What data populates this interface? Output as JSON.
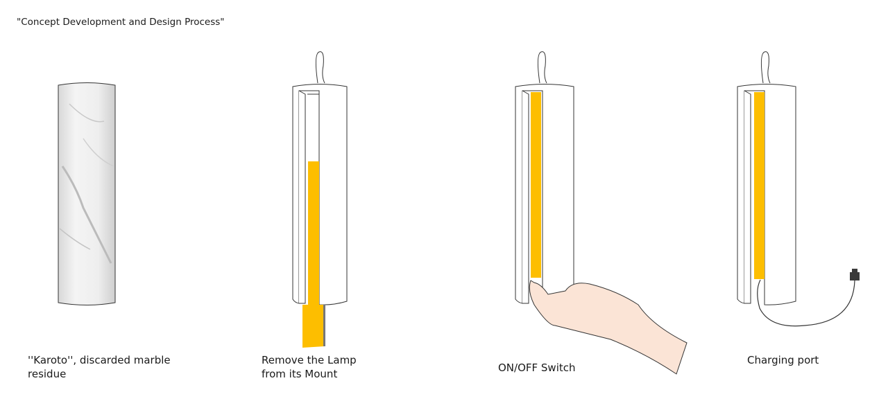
{
  "title": "\"Concept Development and Design Process\"",
  "steps": [
    {
      "line1": "''Karoto'', discarded marble",
      "line2": "residue"
    },
    {
      "line1": "Remove the Lamp",
      "line2": "from its Mount"
    },
    {
      "line1": "ON/OFF Switch"
    },
    {
      "line1": "Charging port"
    }
  ],
  "colors": {
    "lamp": "#FDBE00",
    "outline": "#2a2a2a",
    "plug": "#3a3a3a"
  }
}
